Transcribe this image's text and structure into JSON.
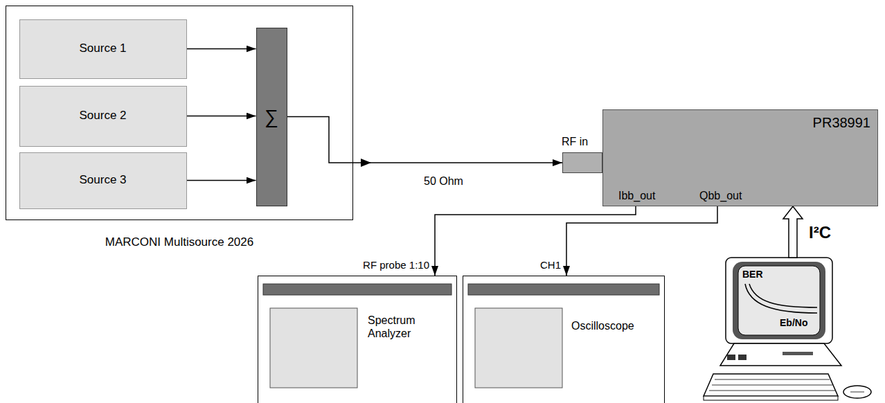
{
  "diagram": {
    "nodes": [
      {
        "text": [
          "MARCONI Multisource 2026"
        ]
      },
      {
        "text": [
          "Source 1"
        ],
        "in": 0
      },
      {
        "text": [
          "Source 2"
        ],
        "in": 0
      },
      {
        "text": [
          "Source 3"
        ],
        "in": 0
      },
      {
        "text": [
          "∑"
        ],
        "in": 0
      },
      {
        "text": [
          "PR38991"
        ]
      },
      {
        "text": [
          "RF in"
        ]
      },
      {
        "text": [
          "Spectrum Analyzer"
        ]
      },
      {
        "text": [
          "Oscilloscope"
        ]
      },
      {
        "text": [
          "BER",
          "Eb/No"
        ]
      }
    ],
    "edges": [
      {
        "from": 1,
        "to": 4,
        "arrow": "to"
      },
      {
        "from": 2,
        "to": 4,
        "arrow": "to"
      },
      {
        "from": 3,
        "to": 4,
        "arrow": "to"
      },
      {
        "from": 4,
        "to": 6,
        "label": "50 Ohm",
        "arrow": "to"
      },
      {
        "from": 5,
        "to": 7,
        "label": "RF probe 1:10",
        "arrow": "to"
      },
      {
        "from": 5,
        "to": 8,
        "label": "CH1",
        "arrow": "to"
      },
      {
        "from": 9,
        "to": 5,
        "label": "I²C",
        "arrow": "to"
      }
    ],
    "labels": [
      "Ibb_out",
      "Qbb_out"
    ]
  }
}
